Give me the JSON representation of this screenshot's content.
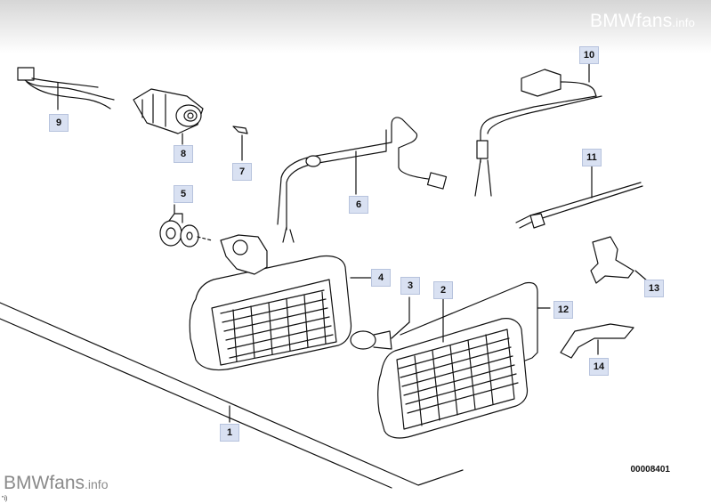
{
  "watermark": {
    "brand": "BMWfans",
    "domain": ".info"
  },
  "diagram_number": "00008401",
  "corner_mark": "\"i)",
  "callouts": [
    {
      "id": "c1",
      "label": "1"
    },
    {
      "id": "c2",
      "label": "2"
    },
    {
      "id": "c3",
      "label": "3"
    },
    {
      "id": "c4",
      "label": "4"
    },
    {
      "id": "c5",
      "label": "5"
    },
    {
      "id": "c6",
      "label": "6"
    },
    {
      "id": "c7",
      "label": "7"
    },
    {
      "id": "c8",
      "label": "8"
    },
    {
      "id": "c9",
      "label": "9"
    },
    {
      "id": "c10",
      "label": "10"
    },
    {
      "id": "c11",
      "label": "11"
    },
    {
      "id": "c12",
      "label": "12"
    },
    {
      "id": "c13",
      "label": "13"
    },
    {
      "id": "c14",
      "label": "14"
    }
  ],
  "colors": {
    "callout_bg": "#d9e1f2",
    "line": "#111111",
    "banner": "#d6d6d6"
  }
}
